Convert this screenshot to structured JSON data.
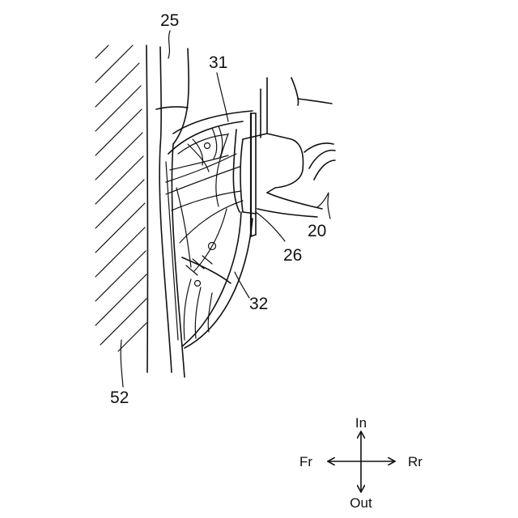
{
  "figure": {
    "labels": {
      "ref_25": "25",
      "ref_31": "31",
      "ref_20": "20",
      "ref_26": "26",
      "ref_32": "32",
      "ref_52": "52"
    },
    "directions": {
      "up": "In",
      "down": "Out",
      "left": "Fr",
      "right": "Rr"
    },
    "colors": {
      "line": "#111111",
      "background": "#ffffff"
    }
  }
}
